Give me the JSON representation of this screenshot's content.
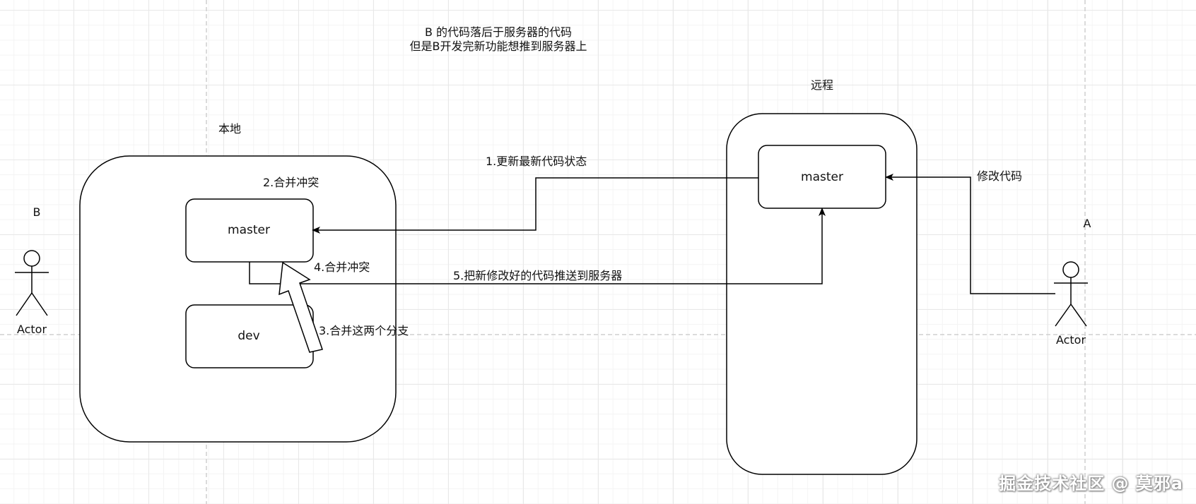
{
  "description": {
    "line1": "B 的代码落后于服务器的代码",
    "line2": "但是B开发完新功能想推到服务器上"
  },
  "labels": {
    "local": "本地",
    "remote": "远程",
    "actor_b_name": "B",
    "actor_a_name": "A",
    "actor_caption": "Actor"
  },
  "nodes": {
    "local_master": "master",
    "local_dev": "dev",
    "remote_master": "master"
  },
  "steps": {
    "step1": "1.更新最新代码状态",
    "step2": "2.合并冲突",
    "step3": "3.合并这两个分支",
    "step4": "4.合并冲突",
    "step5": "5.把新修改好的代码推送到服务器",
    "modify": "修改代码"
  },
  "watermark": "掘金技术社区 @ 莫邪a",
  "colors": {
    "stroke": "#000000",
    "background": "#ffffff"
  }
}
